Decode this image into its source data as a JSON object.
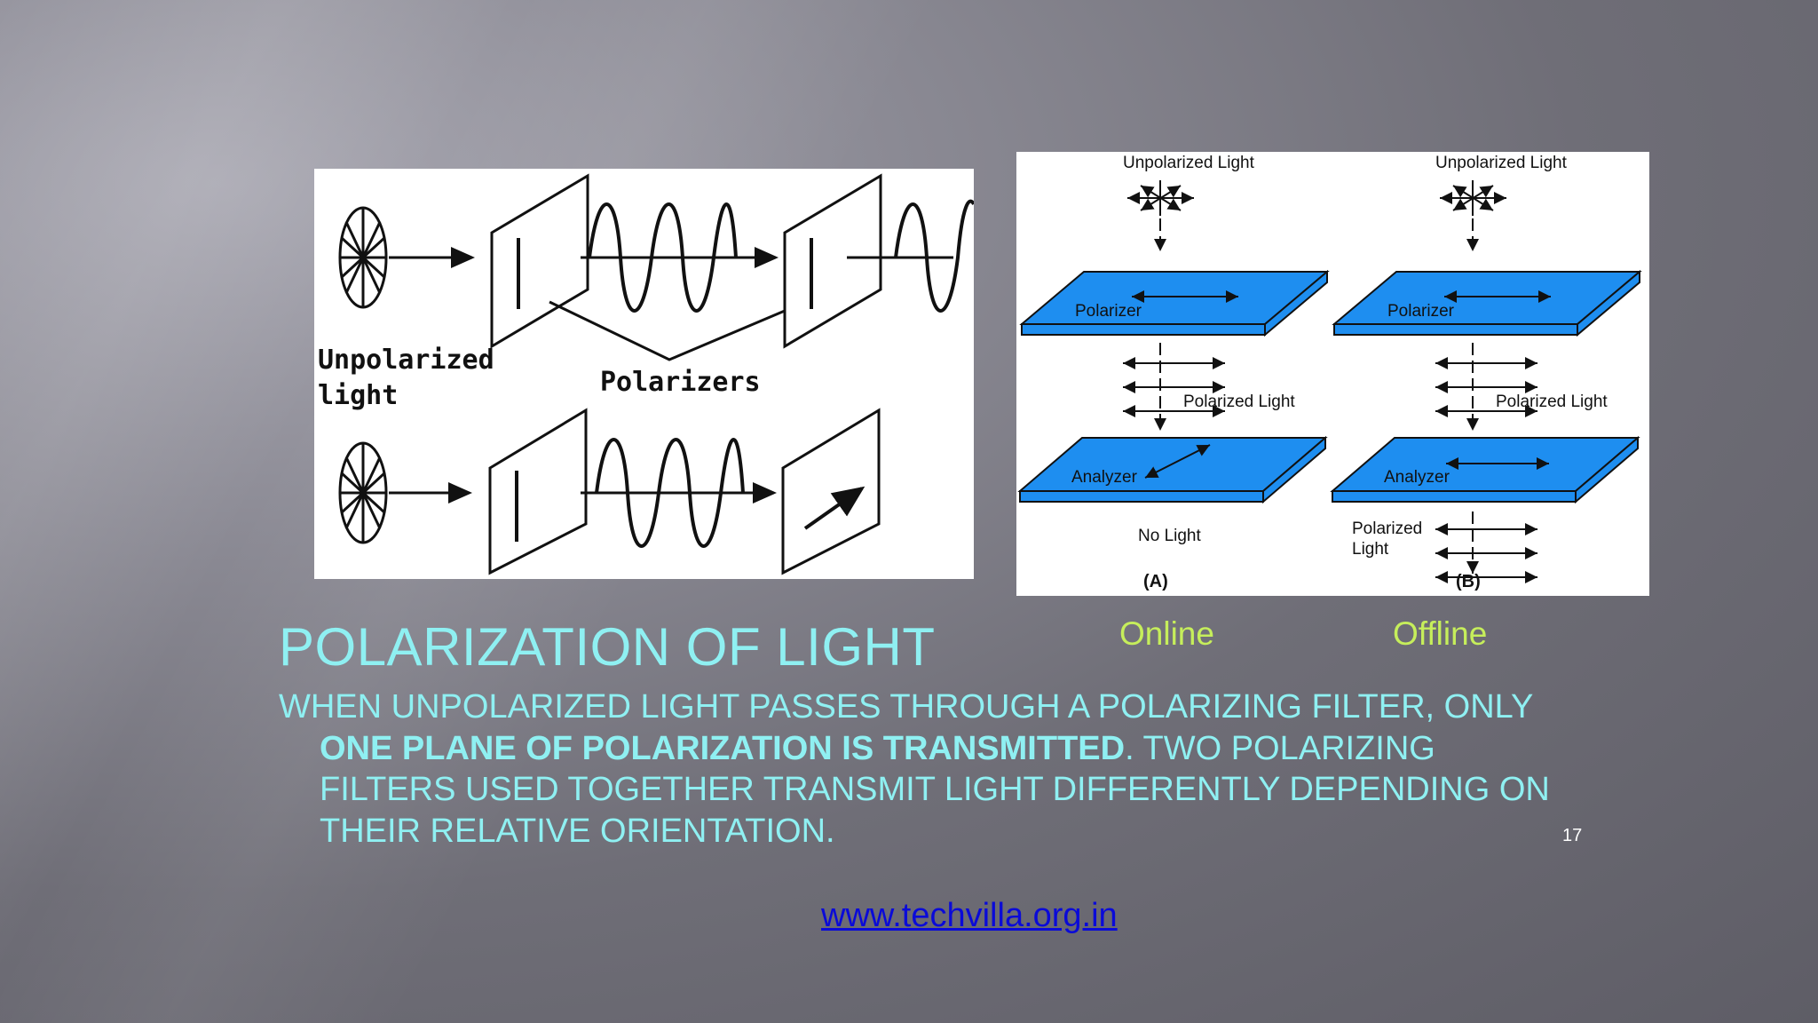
{
  "slide": {
    "title": "POLARIZATION OF LIGHT",
    "body": {
      "l1": "WHEN UNPOLARIZED LIGHT PASSES THROUGH A POLARIZING FILTER, ONLY",
      "l2_bold": "ONE PLANE OF POLARIZATION IS TRANSMITTED",
      "l2_rest": ". TWO POLARIZING",
      "l3": "FILTERS USED TOGETHER TRANSMIT LIGHT DIFFERENTLY DEPENDING ON",
      "l4": "THEIR RELATIVE ORIENTATION."
    },
    "page_number": "17",
    "footer_link": "www.techvilla.org.in"
  },
  "left_figure": {
    "unpolarized_line1": "Unpolarized",
    "unpolarized_line2": "light",
    "polarizers_label": "Polarizers"
  },
  "right_figure": {
    "panel_a": {
      "top_label": "Unpolarized Light",
      "polarizer_label": "Polarizer",
      "polarized_label": "Polarized Light",
      "analyzer_label": "Analyzer",
      "bottom_label": "No Light",
      "letter": "(A)"
    },
    "panel_b": {
      "top_label": "Unpolarized Light",
      "polarizer_label": "Polarizer",
      "polarized_label": "Polarized Light",
      "analyzer_label": "Analyzer",
      "bottom_label_1": "Polarized",
      "bottom_label_2": "Light",
      "letter": "(B)"
    },
    "plate_color": "#1e8ef0"
  },
  "captions": {
    "online": "Online",
    "offline": "Offline"
  },
  "colors": {
    "title": "#8ff0f2",
    "caption": "#c6ee5b",
    "link": "#0a0ad8"
  }
}
